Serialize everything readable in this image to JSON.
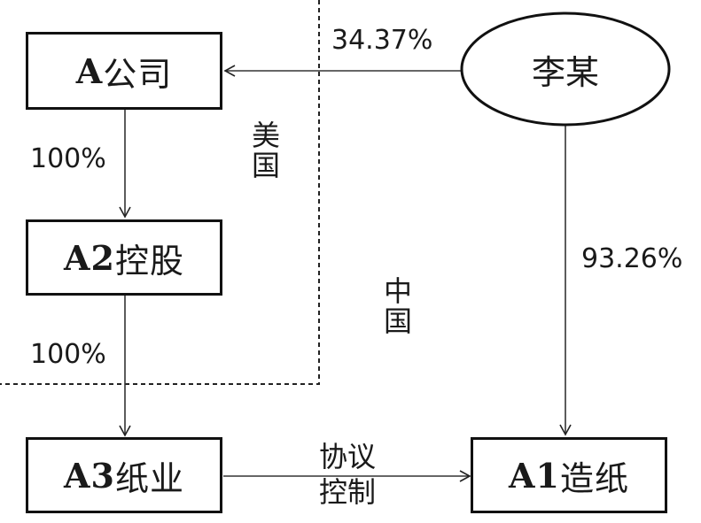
{
  "nodes": {
    "a_company": {
      "latin": "A",
      "cjk": "公司"
    },
    "a2_holding": {
      "latin": "A2",
      "cjk": "控股"
    },
    "a3_paper": {
      "latin": "A3",
      "cjk": "纸业"
    },
    "a1_paper": {
      "latin": "A1",
      "cjk": "造纸"
    },
    "li_mou": {
      "label": "李某"
    }
  },
  "edges": {
    "li_to_a": {
      "label": "34.37%"
    },
    "a_to_a2": {
      "label": "100%"
    },
    "a2_to_a3": {
      "label": "100%"
    },
    "li_to_a1": {
      "label": "93.26%"
    },
    "a3_to_a1": {
      "label_line1": "协议",
      "label_line2": "控制"
    }
  },
  "regions": {
    "usa": "美国",
    "china": "中国"
  }
}
